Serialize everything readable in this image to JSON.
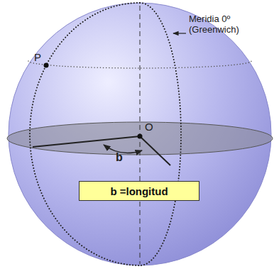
{
  "diagram": {
    "nodes": [
      {
        "text": [
          "b =longitud"
        ]
      }
    ],
    "labels": [
      "P",
      "O",
      "b",
      "Meridia 0º (Greenwich)"
    ]
  }
}
